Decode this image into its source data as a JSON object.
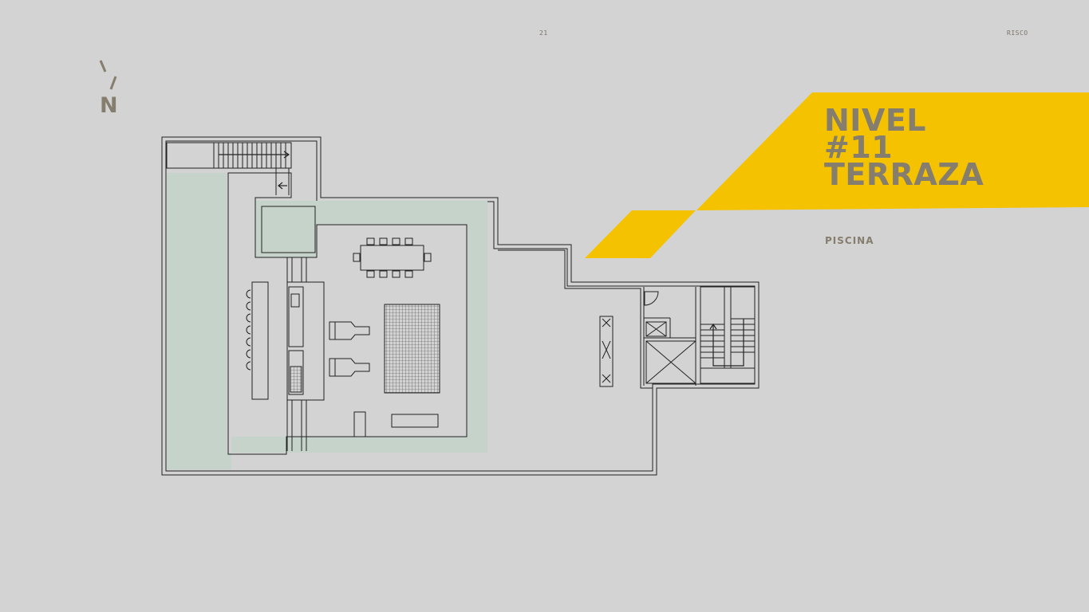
{
  "header": {
    "page_number": "21",
    "brand": "RISCO"
  },
  "compass": {
    "icon": "north-arrow-icon",
    "letter": "N"
  },
  "title": {
    "line1": "NIVEL",
    "line2": "#11",
    "line3": "TERRAZA"
  },
  "subtitle": "PISCINA",
  "colors": {
    "background": "#d3d3d3",
    "accent_yellow": "#f5c200",
    "text_taupe": "#857d6e",
    "wall_line": "#222222",
    "pool_water": "#c5d3cb"
  }
}
